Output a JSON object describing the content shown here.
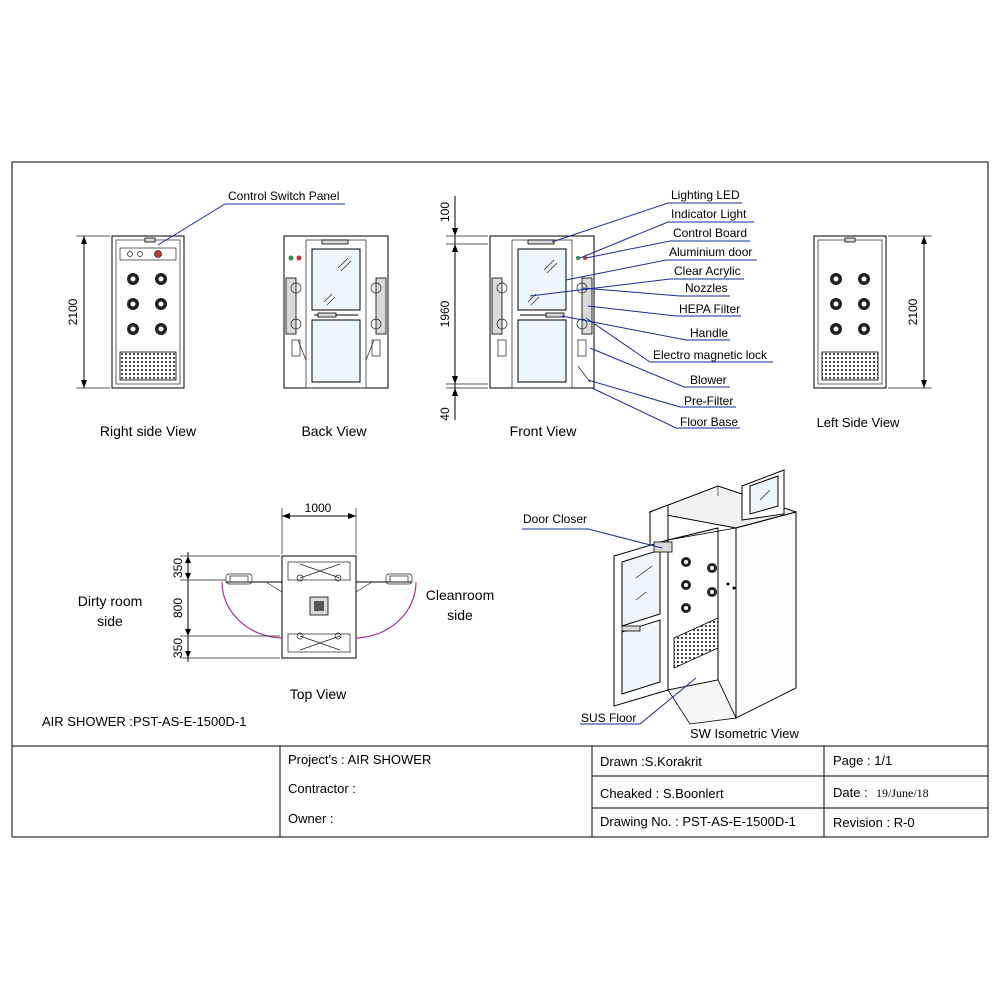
{
  "drawing": {
    "views": {
      "right_side": "Right side View",
      "back": "Back View",
      "front": "Front View",
      "left_side": "Left  Side  View",
      "top": "Top View",
      "isometric": "SW Isometric View"
    },
    "callouts": {
      "control_switch_panel": "Control Switch Panel",
      "lighting_led": "Lighting LED",
      "indicator_light": "Indicator Light",
      "control_board": "Control Board",
      "aluminium_door": "Aluminium door",
      "clear_acrylic": "Clear Acrylic",
      "nozzles": "Nozzles",
      "hepa_filter": "HEPA Filter",
      "handle": "Handle",
      "electro_magnetic_lock": "Electro magnetic lock",
      "blower": "Blower",
      "pre_filter": "Pre-Filter",
      "floor_base": "Floor Base",
      "door_closer": "Door Closer",
      "sus_floor": "SUS Floor"
    },
    "dimensions": {
      "right_height": "2100",
      "left_height": "2100",
      "front_top": "100",
      "front_mid": "1960",
      "front_bottom": "40",
      "top_width": "1000",
      "top_upper": "350",
      "top_mid": "800",
      "top_lower": "350"
    },
    "side_labels": {
      "dirty_line1": "Dirty room",
      "dirty_line2": "side",
      "clean_line1": "Cleanroom",
      "clean_line2": "side"
    },
    "model_label": "AIR SHOWER :PST-AS-E-1500D-1"
  },
  "title_block": {
    "project": "Project's : AIR SHOWER",
    "contractor": "Contractor :",
    "owner": "Owner :",
    "drawn": "Drawn :S.Korakrit",
    "checked": "Cheaked : S.Boonlert",
    "drawing_no": "Drawing No. : PST-AS-E-1500D-1",
    "page": "Page : 1/1",
    "date_label": "Date :",
    "date_value": "19/June/18",
    "revision": "Revision : R-0"
  }
}
